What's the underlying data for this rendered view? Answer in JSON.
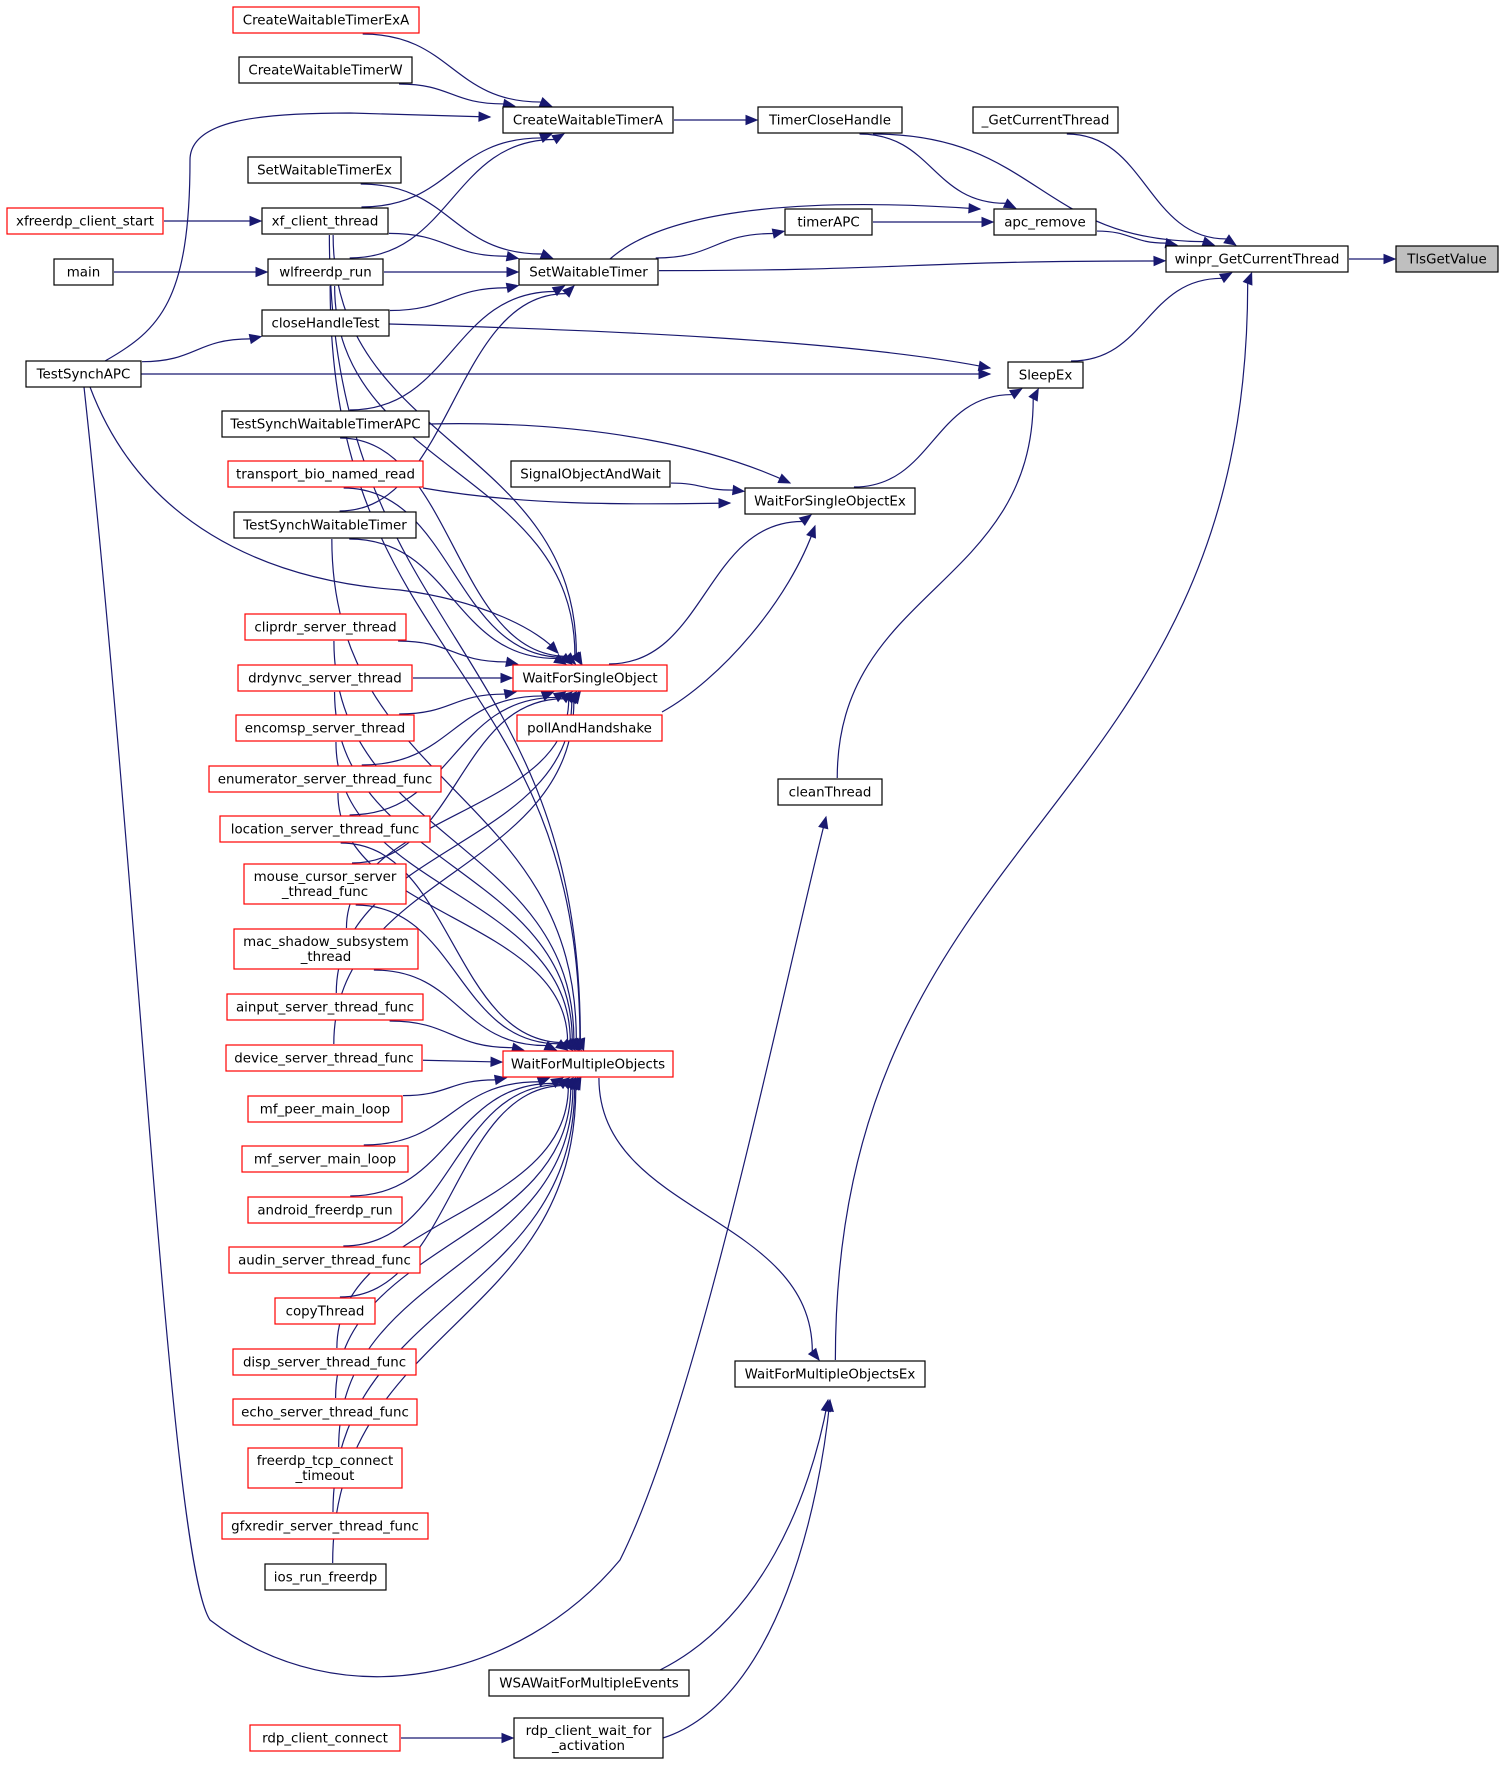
{
  "colors": {
    "edge": "#191970",
    "border_documented": "#000000",
    "border_undocumented": "#ff0000",
    "root_fill": "#bfbfbf",
    "node_fill": "#ffffff"
  },
  "nodes": [
    {
      "id": "TlsGetValue",
      "lines": [
        "TlsGetValue"
      ],
      "style": "root"
    },
    {
      "id": "winpr_GetCurrentThread",
      "lines": [
        "winpr_GetCurrentThread"
      ],
      "style": "black"
    },
    {
      "id": "_GetCurrentThread",
      "lines": [
        "_GetCurrentThread"
      ],
      "style": "black"
    },
    {
      "id": "apc_remove",
      "lines": [
        "apc_remove"
      ],
      "style": "black"
    },
    {
      "id": "TimerCloseHandle",
      "lines": [
        "TimerCloseHandle"
      ],
      "style": "black"
    },
    {
      "id": "timerAPC",
      "lines": [
        "timerAPC"
      ],
      "style": "black"
    },
    {
      "id": "SleepEx",
      "lines": [
        "SleepEx"
      ],
      "style": "black"
    },
    {
      "id": "WaitForSingleObjectEx",
      "lines": [
        "WaitForSingleObjectEx"
      ],
      "style": "black"
    },
    {
      "id": "SignalObjectAndWait",
      "lines": [
        "SignalObjectAndWait"
      ],
      "style": "black"
    },
    {
      "id": "cleanThread",
      "lines": [
        "cleanThread"
      ],
      "style": "black"
    },
    {
      "id": "WaitForMultipleObjectsEx",
      "lines": [
        "WaitForMultipleObjectsEx"
      ],
      "style": "black"
    },
    {
      "id": "CreateWaitableTimerA",
      "lines": [
        "CreateWaitableTimerA"
      ],
      "style": "black"
    },
    {
      "id": "CreateWaitableTimerExA",
      "lines": [
        "CreateWaitableTimerExA"
      ],
      "style": "red"
    },
    {
      "id": "CreateWaitableTimerW",
      "lines": [
        "CreateWaitableTimerW"
      ],
      "style": "black"
    },
    {
      "id": "SetWaitableTimer",
      "lines": [
        "SetWaitableTimer"
      ],
      "style": "black"
    },
    {
      "id": "SetWaitableTimerEx",
      "lines": [
        "SetWaitableTimerEx"
      ],
      "style": "black"
    },
    {
      "id": "xf_client_thread",
      "lines": [
        "xf_client_thread"
      ],
      "style": "black"
    },
    {
      "id": "wlfreerdp_run",
      "lines": [
        "wlfreerdp_run"
      ],
      "style": "black"
    },
    {
      "id": "closeHandleTest",
      "lines": [
        "closeHandleTest"
      ],
      "style": "black"
    },
    {
      "id": "xfreerdp_client_start",
      "lines": [
        "xfreerdp_client_start"
      ],
      "style": "red"
    },
    {
      "id": "main",
      "lines": [
        "main"
      ],
      "style": "black"
    },
    {
      "id": "TestSynchAPC",
      "lines": [
        "TestSynchAPC"
      ],
      "style": "black"
    },
    {
      "id": "TestSynchWaitableTimerAPC",
      "lines": [
        "TestSynchWaitableTimerAPC"
      ],
      "style": "black"
    },
    {
      "id": "transport_bio_named_read",
      "lines": [
        "transport_bio_named_read"
      ],
      "style": "red"
    },
    {
      "id": "TestSynchWaitableTimer",
      "lines": [
        "TestSynchWaitableTimer"
      ],
      "style": "black"
    },
    {
      "id": "WaitForSingleObject",
      "lines": [
        "WaitForSingleObject"
      ],
      "style": "red"
    },
    {
      "id": "pollAndHandshake",
      "lines": [
        "pollAndHandshake"
      ],
      "style": "red"
    },
    {
      "id": "WaitForMultipleObjects",
      "lines": [
        "WaitForMultipleObjects"
      ],
      "style": "red"
    },
    {
      "id": "cliprdr_server_thread",
      "lines": [
        "cliprdr_server_thread"
      ],
      "style": "red"
    },
    {
      "id": "drdynvc_server_thread",
      "lines": [
        "drdynvc_server_thread"
      ],
      "style": "red"
    },
    {
      "id": "encomsp_server_thread",
      "lines": [
        "encomsp_server_thread"
      ],
      "style": "red"
    },
    {
      "id": "enumerator_server_thread_func",
      "lines": [
        "enumerator_server_thread_func"
      ],
      "style": "red"
    },
    {
      "id": "location_server_thread_func",
      "lines": [
        "location_server_thread_func"
      ],
      "style": "red"
    },
    {
      "id": "mouse_cursor_server_thread_func",
      "lines": [
        "mouse_cursor_server",
        "_thread_func"
      ],
      "style": "red"
    },
    {
      "id": "mac_shadow_subsystem_thread",
      "lines": [
        "mac_shadow_subsystem",
        "_thread"
      ],
      "style": "red"
    },
    {
      "id": "ainput_server_thread_func",
      "lines": [
        "ainput_server_thread_func"
      ],
      "style": "red"
    },
    {
      "id": "device_server_thread_func",
      "lines": [
        "device_server_thread_func"
      ],
      "style": "red"
    },
    {
      "id": "mf_peer_main_loop",
      "lines": [
        "mf_peer_main_loop"
      ],
      "style": "red"
    },
    {
      "id": "mf_server_main_loop",
      "lines": [
        "mf_server_main_loop"
      ],
      "style": "red"
    },
    {
      "id": "android_freerdp_run",
      "lines": [
        "android_freerdp_run"
      ],
      "style": "red"
    },
    {
      "id": "audin_server_thread_func",
      "lines": [
        "audin_server_thread_func"
      ],
      "style": "red"
    },
    {
      "id": "copyThread",
      "lines": [
        "copyThread"
      ],
      "style": "red"
    },
    {
      "id": "disp_server_thread_func",
      "lines": [
        "disp_server_thread_func"
      ],
      "style": "red"
    },
    {
      "id": "echo_server_thread_func",
      "lines": [
        "echo_server_thread_func"
      ],
      "style": "red"
    },
    {
      "id": "freerdp_tcp_connect_timeout",
      "lines": [
        "freerdp_tcp_connect",
        "_timeout"
      ],
      "style": "red"
    },
    {
      "id": "gfxredir_server_thread_func",
      "lines": [
        "gfxredir_server_thread_func"
      ],
      "style": "red"
    },
    {
      "id": "ios_run_freerdp",
      "lines": [
        "ios_run_freerdp"
      ],
      "style": "black"
    },
    {
      "id": "WSAWaitForMultipleEvents",
      "lines": [
        "WSAWaitForMultipleEvents"
      ],
      "style": "black"
    },
    {
      "id": "rdp_client_wait_for_activation",
      "lines": [
        "rdp_client_wait_for",
        "_activation"
      ],
      "style": "black"
    },
    {
      "id": "rdp_client_connect",
      "lines": [
        "rdp_client_connect"
      ],
      "style": "red"
    }
  ],
  "edges": [
    [
      "winpr_GetCurrentThread",
      "TlsGetValue"
    ],
    [
      "_GetCurrentThread",
      "winpr_GetCurrentThread"
    ],
    [
      "TimerCloseHandle",
      "winpr_GetCurrentThread"
    ],
    [
      "apc_remove",
      "winpr_GetCurrentThread"
    ],
    [
      "SetWaitableTimer",
      "winpr_GetCurrentThread"
    ],
    [
      "SleepEx",
      "winpr_GetCurrentThread"
    ],
    [
      "WaitForMultipleObjectsEx",
      "winpr_GetCurrentThread"
    ],
    [
      "CreateWaitableTimerA",
      "TimerCloseHandle"
    ],
    [
      "TimerCloseHandle",
      "apc_remove"
    ],
    [
      "timerAPC",
      "apc_remove"
    ],
    [
      "SetWaitableTimer",
      "apc_remove"
    ],
    [
      "SetWaitableTimer",
      "timerAPC"
    ],
    [
      "CreateWaitableTimerExA",
      "CreateWaitableTimerA"
    ],
    [
      "CreateWaitableTimerW",
      "CreateWaitableTimerA"
    ],
    [
      "TestSynchAPC",
      "CreateWaitableTimerA"
    ],
    [
      "xf_client_thread",
      "CreateWaitableTimerA"
    ],
    [
      "wlfreerdp_run",
      "CreateWaitableTimerA"
    ],
    [
      "SetWaitableTimerEx",
      "SetWaitableTimer"
    ],
    [
      "xf_client_thread",
      "SetWaitableTimer"
    ],
    [
      "wlfreerdp_run",
      "SetWaitableTimer"
    ],
    [
      "closeHandleTest",
      "SetWaitableTimer"
    ],
    [
      "TestSynchWaitableTimerAPC",
      "SetWaitableTimer"
    ],
    [
      "TestSynchWaitableTimer",
      "SetWaitableTimer"
    ],
    [
      "xfreerdp_client_start",
      "xf_client_thread"
    ],
    [
      "main",
      "wlfreerdp_run"
    ],
    [
      "TestSynchAPC",
      "closeHandleTest"
    ],
    [
      "closeHandleTest",
      "SleepEx"
    ],
    [
      "TestSynchAPC",
      "SleepEx"
    ],
    [
      "WaitForSingleObjectEx",
      "SleepEx"
    ],
    [
      "cleanThread",
      "SleepEx"
    ],
    [
      "TestSynchWaitableTimerAPC",
      "WaitForSingleObjectEx"
    ],
    [
      "SignalObjectAndWait",
      "WaitForSingleObjectEx"
    ],
    [
      "transport_bio_named_read",
      "WaitForSingleObjectEx"
    ],
    [
      "WaitForSingleObject",
      "WaitForSingleObjectEx"
    ],
    [
      "pollAndHandshake",
      "WaitForSingleObjectEx"
    ],
    [
      "TestSynchAPC",
      "WaitForSingleObject"
    ],
    [
      "xf_client_thread",
      "WaitForSingleObject"
    ],
    [
      "wlfreerdp_run",
      "WaitForSingleObject"
    ],
    [
      "TestSynchWaitableTimerAPC",
      "WaitForSingleObject"
    ],
    [
      "transport_bio_named_read",
      "WaitForSingleObject"
    ],
    [
      "TestSynchWaitableTimer",
      "WaitForSingleObject"
    ],
    [
      "cliprdr_server_thread",
      "WaitForSingleObject"
    ],
    [
      "drdynvc_server_thread",
      "WaitForSingleObject"
    ],
    [
      "encomsp_server_thread",
      "WaitForSingleObject"
    ],
    [
      "enumerator_server_thread_func",
      "WaitForSingleObject"
    ],
    [
      "location_server_thread_func",
      "WaitForSingleObject"
    ],
    [
      "mouse_cursor_server_thread_func",
      "WaitForSingleObject"
    ],
    [
      "mac_shadow_subsystem_thread",
      "WaitForSingleObject"
    ],
    [
      "ainput_server_thread_func",
      "WaitForSingleObject"
    ],
    [
      "device_server_thread_func",
      "WaitForSingleObject"
    ],
    [
      "xf_client_thread",
      "WaitForMultipleObjects"
    ],
    [
      "wlfreerdp_run",
      "WaitForMultipleObjects"
    ],
    [
      "TestSynchWaitableTimer",
      "WaitForMultipleObjects"
    ],
    [
      "cliprdr_server_thread",
      "WaitForMultipleObjects"
    ],
    [
      "drdynvc_server_thread",
      "WaitForMultipleObjects"
    ],
    [
      "encomsp_server_thread",
      "WaitForMultipleObjects"
    ],
    [
      "enumerator_server_thread_func",
      "WaitForMultipleObjects"
    ],
    [
      "location_server_thread_func",
      "WaitForMultipleObjects"
    ],
    [
      "mouse_cursor_server_thread_func",
      "WaitForMultipleObjects"
    ],
    [
      "mac_shadow_subsystem_thread",
      "WaitForMultipleObjects"
    ],
    [
      "ainput_server_thread_func",
      "WaitForMultipleObjects"
    ],
    [
      "device_server_thread_func",
      "WaitForMultipleObjects"
    ],
    [
      "mf_peer_main_loop",
      "WaitForMultipleObjects"
    ],
    [
      "mf_server_main_loop",
      "WaitForMultipleObjects"
    ],
    [
      "android_freerdp_run",
      "WaitForMultipleObjects"
    ],
    [
      "audin_server_thread_func",
      "WaitForMultipleObjects"
    ],
    [
      "copyThread",
      "WaitForMultipleObjects"
    ],
    [
      "disp_server_thread_func",
      "WaitForMultipleObjects"
    ],
    [
      "echo_server_thread_func",
      "WaitForMultipleObjects"
    ],
    [
      "freerdp_tcp_connect_timeout",
      "WaitForMultipleObjects"
    ],
    [
      "gfxredir_server_thread_func",
      "WaitForMultipleObjects"
    ],
    [
      "ios_run_freerdp",
      "WaitForMultipleObjects"
    ],
    [
      "WaitForMultipleObjects",
      "WaitForMultipleObjectsEx"
    ],
    [
      "WSAWaitForMultipleEvents",
      "WaitForMultipleObjectsEx"
    ],
    [
      "rdp_client_wait_for_activation",
      "WaitForMultipleObjectsEx"
    ],
    [
      "TestSynchAPC",
      "cleanThread"
    ],
    [
      "rdp_client_connect",
      "rdp_client_wait_for_activation"
    ]
  ]
}
